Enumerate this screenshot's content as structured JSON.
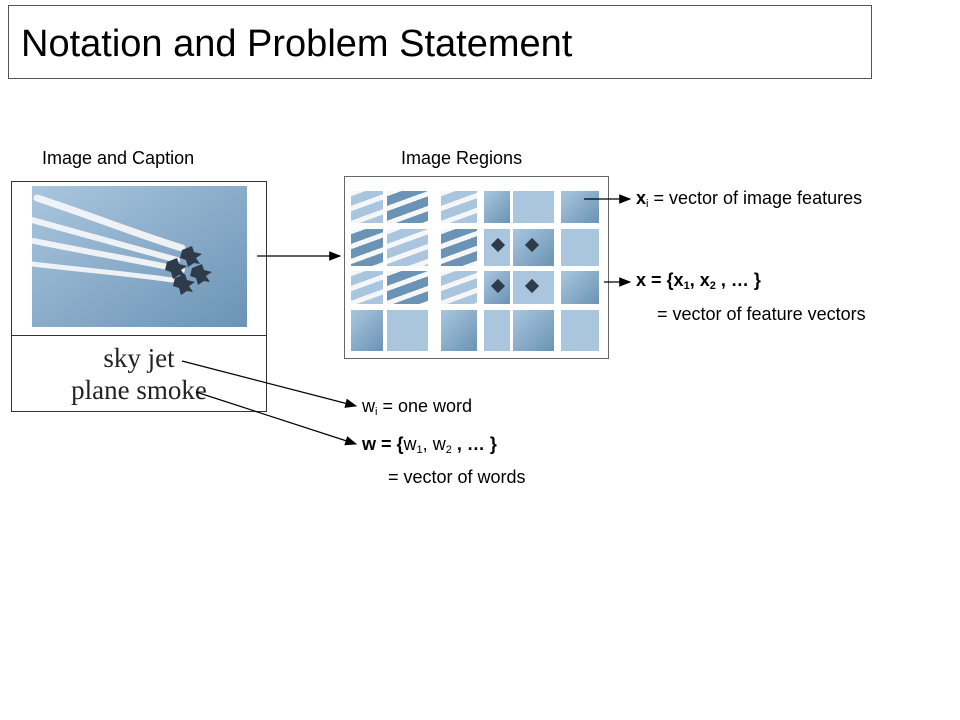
{
  "slide": {
    "title": "Notation and Problem Statement"
  },
  "headings": {
    "image_and_caption": "Image and Caption",
    "image_regions": "Image Regions"
  },
  "caption": {
    "words_line1": "sky jet",
    "words_line2": "plane smoke"
  },
  "notation": {
    "xi": {
      "symbol": "x",
      "subscript": "i",
      "definition": "= vector of image features"
    },
    "x": {
      "symbol": "x",
      "set_open": " = {",
      "item1": "x",
      "sub1": "1",
      "sep": ", ",
      "item2": "x",
      "sub2": "2",
      "tail": " , … }",
      "definition": "= vector of feature vectors"
    },
    "wi": {
      "symbol": "w",
      "subscript": "i",
      "definition": "= one word"
    },
    "w": {
      "symbol": "w",
      "set_open": " = {",
      "item1": "w",
      "sub1": "1",
      "sep": ", ",
      "item2": "w",
      "sub2": "2",
      "tail": " , … }",
      "definition": "= vector of words"
    }
  },
  "colors": {
    "sky_light": "#a9c6de",
    "sky_dark": "#6b93b5",
    "trail": "#f4f6f8",
    "jet": "#2e3b4a",
    "arrow": "#000000"
  },
  "icons": {
    "photo": "jets-in-sky-photo",
    "regions": "image-region-grid"
  }
}
